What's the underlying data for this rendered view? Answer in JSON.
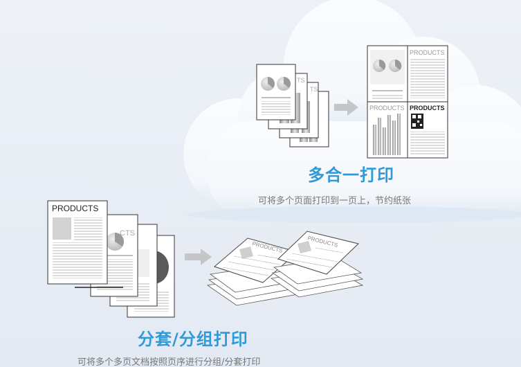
{
  "colors": {
    "heading": "#2f9ad8",
    "caption": "#777777",
    "cloud": "#f7f9fc",
    "background": "#e7edf5",
    "arrow": "#c4c6c8"
  },
  "nup_section": {
    "title": "多合一打印",
    "caption": "可将多个页面打印到一页上，节约纸张",
    "stack_label": "TS",
    "sheet": {
      "tr_label": "PRODUCTS",
      "bl_label": "PRODUCTS",
      "br_label": "PRODUCTS"
    }
  },
  "collate_section": {
    "title": "分套/分组打印",
    "caption": "可将多个多页文档按照页序进行分组/分套打印",
    "front_label": "PRODUCTS",
    "second_label": "CTS",
    "fanned_label": "PRODUCTS"
  },
  "icons": [
    "cloud-icon",
    "arrow-right-icon",
    "qr-code-icon",
    "pie-chart-icon",
    "bar-chart-icon"
  ]
}
